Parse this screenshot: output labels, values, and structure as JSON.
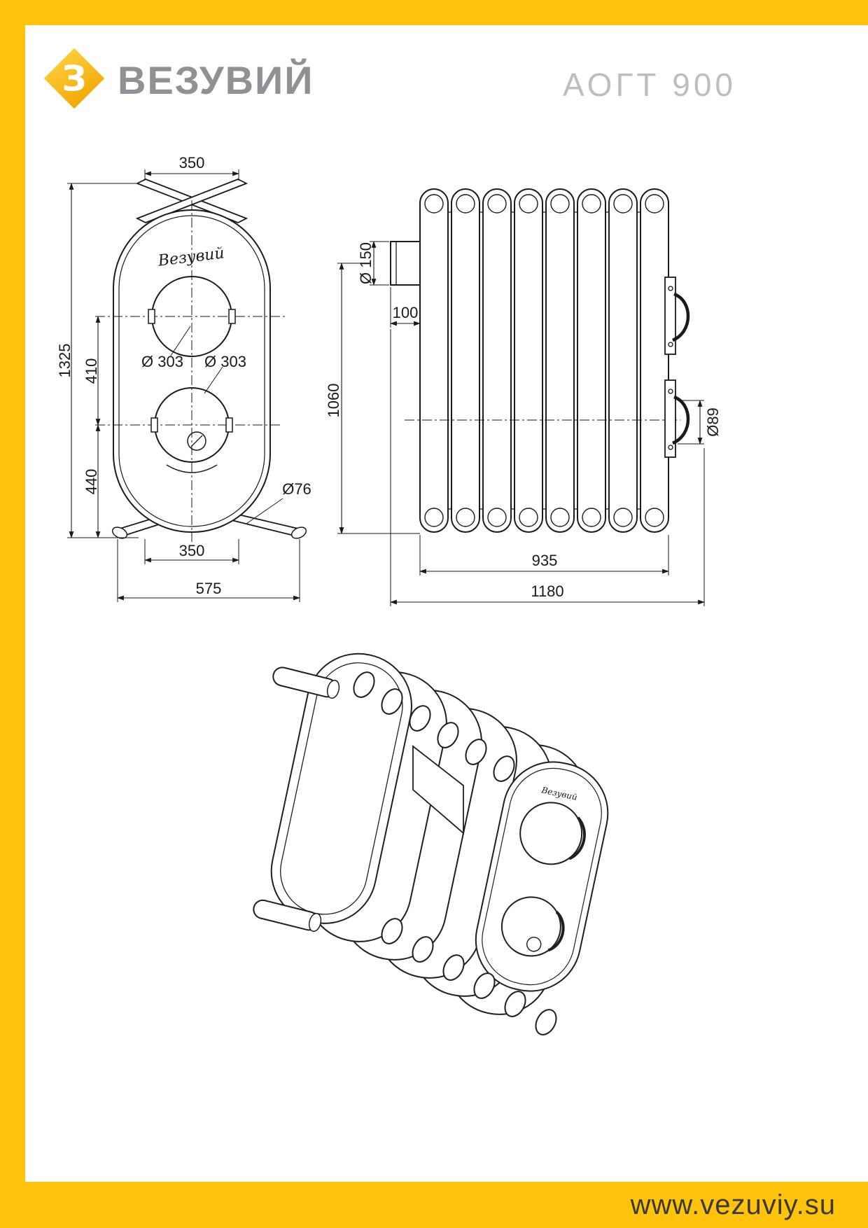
{
  "header": {
    "brand": "ВЕЗУВИЙ",
    "model": "АОГТ 900",
    "logo_glyph": "З"
  },
  "footer": {
    "website": "www.vezuviy.su"
  },
  "colors": {
    "accent": "#FFC30B",
    "line": "#1A1A1A",
    "brand_text": "#8F9194",
    "model_text": "#BCBEC0",
    "footer_text": "#3A3A3A"
  },
  "front_view": {
    "script_label": "Везувий",
    "dim_top_width": "350",
    "dim_overall_height": "1325",
    "dim_door_spacing": "410",
    "dim_lower_section": "440",
    "dim_door_upper": "Ø 303",
    "dim_door_lower": "Ø 303",
    "dim_leg_pipe": "Ø76",
    "dim_bottom_width": "350",
    "dim_overall_width": "575"
  },
  "side_view": {
    "dim_chimney": "Ø 150",
    "dim_chimney_offset": "100",
    "dim_height": "1060",
    "dim_outlet": "Ø89",
    "dim_tube_bank": "935",
    "dim_overall_length": "1180"
  },
  "iso_view": {
    "script_label": "Везувий"
  }
}
